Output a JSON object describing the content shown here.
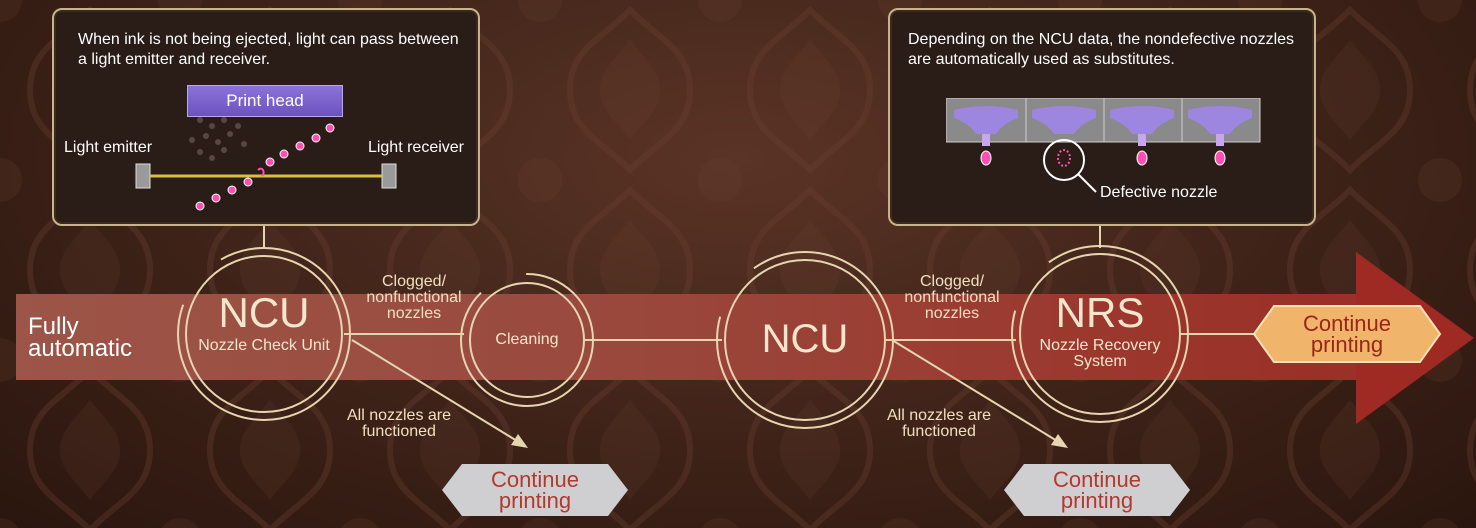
{
  "left_panel": {
    "description": "When ink is not being ejected, light can pass between a light emitter and receiver.",
    "print_head_label": "Print head",
    "emitter_label": "Light emitter",
    "receiver_label": "Light receiver"
  },
  "right_panel": {
    "description": "Depending on the NCU data, the nondefective nozzles are automatically used as substitutes.",
    "defective_label": "Defective nozzle"
  },
  "flow": {
    "start_label": "Fully automatic",
    "ncu1_title": "NCU",
    "ncu1_subtitle": "Nozzle Check Unit",
    "clogged_label_1": "Clogged/ nonfunctional nozzles",
    "cleaning_label": "Cleaning",
    "functioned_label_1": "All nozzles are functioned",
    "continue_label_1": "Continue printing",
    "ncu2_title": "NCU",
    "clogged_label_2": "Clogged/ nonfunctional nozzles",
    "nrs_title": "NRS",
    "nrs_subtitle": "Nozzle Recovery System",
    "functioned_label_2": "All nozzles are functioned",
    "continue_label_2": "Continue printing",
    "continue_label_final": "Continue printing"
  },
  "colors": {
    "arrow": "#9e2a23",
    "panel_border": "#c8b48a",
    "ink": "#ff4fb0",
    "print_head": "#7b62cc",
    "final_hexagon": "#f0b46a",
    "continue_hexagon": "#cfcfd2"
  }
}
